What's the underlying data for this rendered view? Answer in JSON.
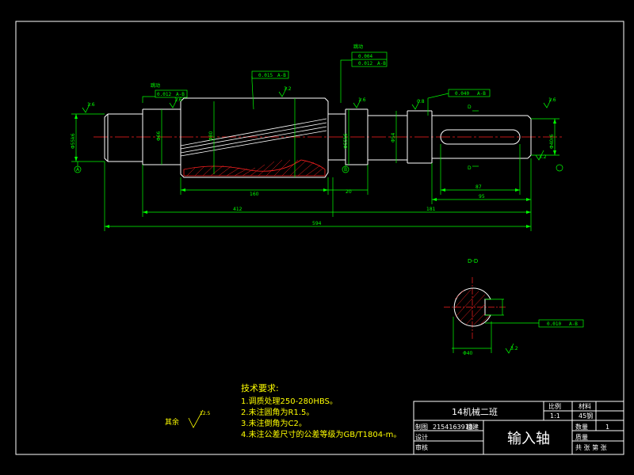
{
  "colors": {
    "background": "#000000",
    "outline": "#ffffff",
    "dimension": "#00ff00",
    "centerline": "#ff2020",
    "hatch": "#ff2020",
    "note_text": "#ffff00",
    "table_text": "#ffffff"
  },
  "main_view": {
    "tolerance_frames": {
      "runout_left": {
        "label": "跳动",
        "value": "0.012",
        "datum": "A-B"
      },
      "cyl_mid": {
        "value": "0.015",
        "datum": "A-B"
      },
      "runout_right_top": {
        "label": "跳动",
        "value": "0.004"
      },
      "runout_right_bottom": {
        "value": "0.012",
        "datum": "A-B"
      },
      "keyway_right": {
        "value": "0.040",
        "datum": "A-B"
      }
    },
    "dimensions": {
      "d_left": "Φ55k6",
      "d_shoulder": "Φ66",
      "d_gear": "Φ80",
      "d_bearing_r": "Φ55k6",
      "d_mid_r": "Φ54",
      "d_right_end": "Φ40r6",
      "len_gear": "160",
      "len_sleeve": "20",
      "len_keyway": "87",
      "len_key_section": "95",
      "len_left": "412",
      "len_right": "181",
      "len_total": "594"
    },
    "roughness": [
      "1.6",
      "1.6",
      "3.2",
      "1.6",
      "0.8",
      "1.6",
      "3.2"
    ],
    "datums": [
      "A",
      "B"
    ],
    "section_marks": [
      "D",
      "D"
    ]
  },
  "section_view": {
    "title": "D-D",
    "tolerance": {
      "value": "0.010",
      "datum": "A-B"
    },
    "dimension": "Φ40",
    "roughness": "3.2"
  },
  "notes": {
    "title": "技术要求:",
    "items": [
      "1.调质处理250-280HBS。",
      "2.未注圆角为R1.5。",
      "3.未注倒角为C2。",
      "4.未注公差尺寸的公差等级为GB/T1804-m。"
    ],
    "other_roughness_label": "其余",
    "other_roughness_value": "12.5"
  },
  "title_block": {
    "class_name": "14机械二班",
    "scale_label": "比例",
    "scale_value": "1:1",
    "material_label": "材料",
    "material_value": "45钢",
    "drawn_label": "制图",
    "drawn_value": "2154163918",
    "drawn_name": "祖建",
    "design_label": "设计",
    "review_label": "审核",
    "part_name": "输入轴",
    "qty_label": "数量",
    "qty_value": "1",
    "mass_label": "质量",
    "sheet_label": "共 张 第 张"
  }
}
